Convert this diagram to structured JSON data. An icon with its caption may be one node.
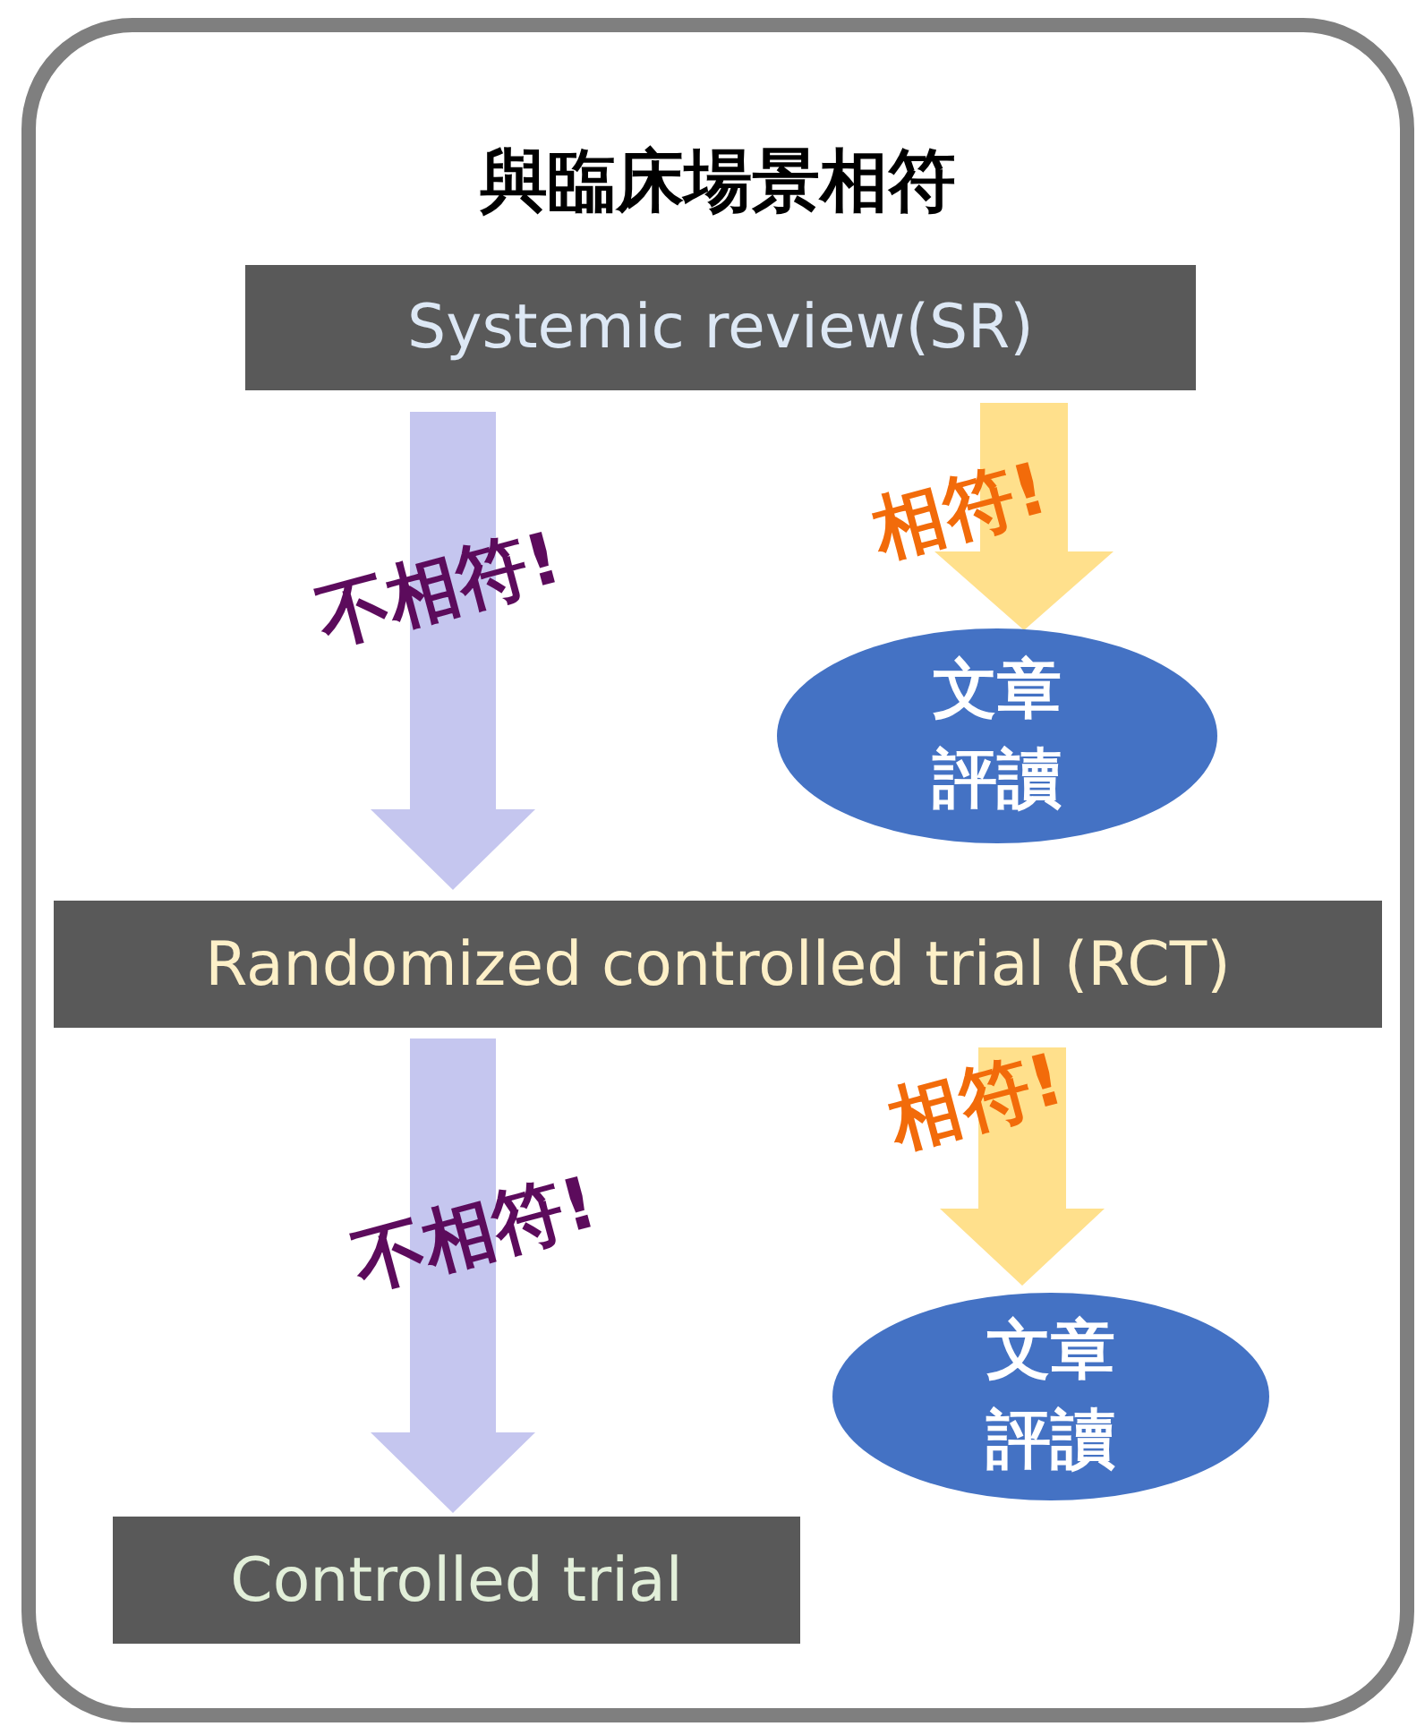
{
  "diagram": {
    "nodes": [
      {
        "text": [
          "與臨床場景相符"
        ]
      },
      {
        "text": [
          "Systemic review(SR)"
        ],
        "in": 0
      },
      {
        "text": [
          "文章評讀"
        ],
        "in": 0
      },
      {
        "text": [
          "Randomized controlled trial (RCT)"
        ],
        "in": 0
      },
      {
        "text": [
          "文章評讀"
        ],
        "in": 0
      },
      {
        "text": [
          "Controlled trial"
        ],
        "in": 0
      }
    ],
    "edges": [
      {
        "from": 1,
        "to": 3,
        "arrow": "to",
        "label": "不相符!",
        "color": "#c5c6ef"
      },
      {
        "from": 1,
        "to": 2,
        "arrow": "to",
        "label": "相符!",
        "color": "#ffe08c"
      },
      {
        "from": 3,
        "to": 5,
        "arrow": "to",
        "label": "不相符!",
        "color": "#c5c6ef"
      },
      {
        "from": 3,
        "to": 4,
        "arrow": "to",
        "label": "相符!",
        "color": "#ffe08c"
      }
    ]
  }
}
